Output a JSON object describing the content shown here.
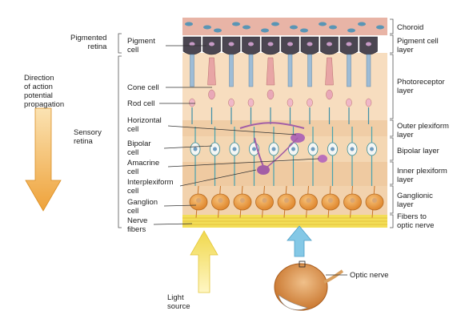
{
  "colors": {
    "choroid": "#e9b6a8",
    "pigment": "#4a4550",
    "photoreceptor_bg": "#f6dcbc",
    "plexiform_bg": "#f0cfa7",
    "ganglion": "#e9963c",
    "nerve_fibers": "#f2dd55",
    "arrow_direction": "#efa63a",
    "arrow_light": "#f3e05a",
    "arrow_blue": "#7ec4e4",
    "leader_line": "#333333"
  },
  "left_labels": {
    "direction": "Direction\nof action\npotential\npropagation",
    "pigmented_retina": "Pigmented\nretina",
    "sensory_retina": "Sensory\nretina"
  },
  "cell_labels": {
    "pigment_cell": "Pigment\ncell",
    "cone_cell": "Cone cell",
    "rod_cell": "Rod cell",
    "horizontal_cell": "Horizontal\ncell",
    "bipolar_cell": "Bipolar\ncell",
    "amacrine_cell": "Amacrine\ncell",
    "interplexiform_cell": "Interplexiform\ncell",
    "ganglion_cell": "Ganglion\ncell",
    "nerve_fibers": "Nerve\nfibers"
  },
  "layer_labels": {
    "choroid": "Choroid",
    "pigment_cell_layer": "Pigment cell\nlayer",
    "photoreceptor_layer": "Photoreceptor\nlayer",
    "outer_plexiform_layer": "Outer plexiform\nlayer",
    "bipolar_layer": "Bipolar layer",
    "inner_plexiform_layer": "Inner plexiform\nlayer",
    "ganglionic_layer": "Ganglionic\nlayer",
    "fibers_to_optic_nerve": "Fibers to\noptic nerve"
  },
  "bottom_labels": {
    "light_source": "Light\nsource",
    "optic_nerve": "Optic nerve"
  }
}
